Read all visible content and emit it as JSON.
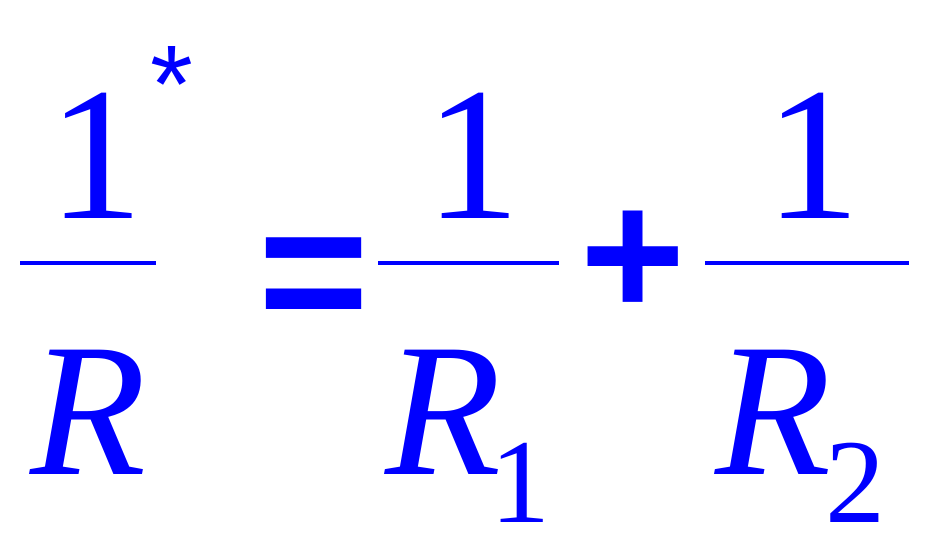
{
  "equation": {
    "color": "#0000ff",
    "left_term": {
      "numerator": "1",
      "superscript": "*",
      "denominator": "R"
    },
    "equals": "=",
    "first_term": {
      "numerator": "1",
      "denominator": "R",
      "subscript": "1"
    },
    "plus": "+",
    "second_term": {
      "numerator": "1",
      "denominator": "R",
      "subscript": "2"
    }
  }
}
